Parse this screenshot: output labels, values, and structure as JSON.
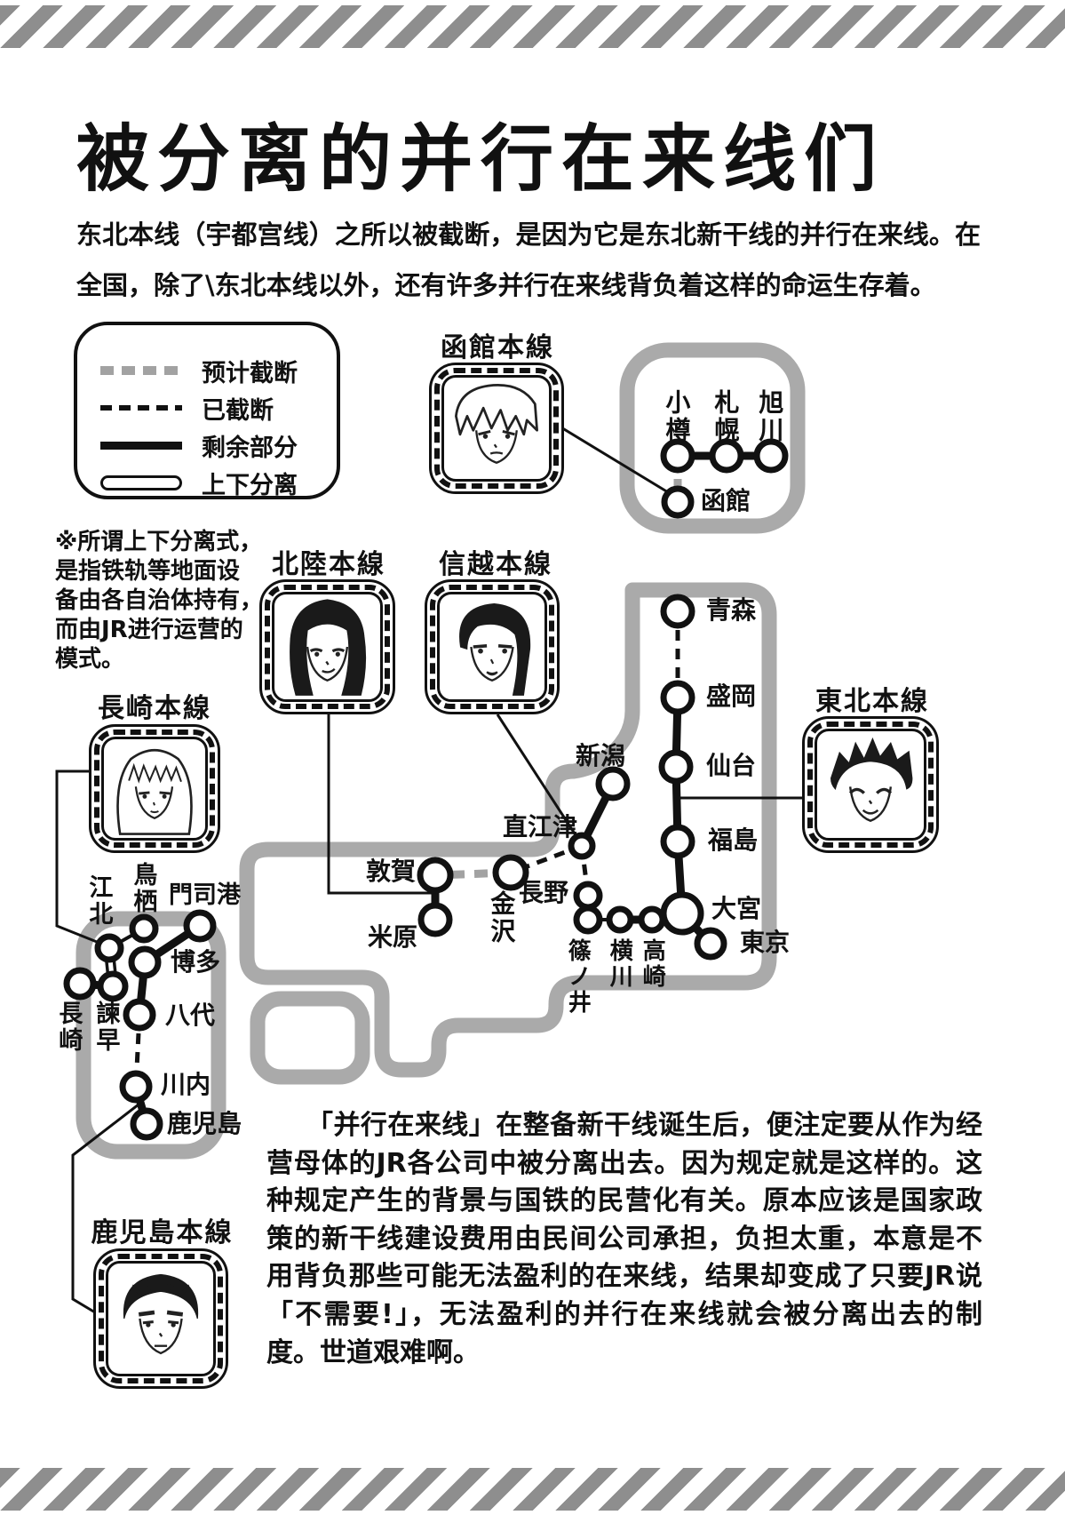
{
  "page": {
    "title": "被分离的并行在来线们",
    "intro": "东北本线（宇都宫线）之所以被截断，是因为它是东北新干线的并行在来线。在全国，除了\\东北本线以外，还有许多并行在来线背负着这样的命运生存着。",
    "note": "※所谓上下分离式，\n是指铁轨等地面设\n备由各自治体持有，\n而由JR进行运营的\n模式。",
    "outro": "「并行在来线」在整备新干线诞生后，便注定要从作为经营母体的JR各公司中被分离出去。因为规定就是这样的。这种规定产生的背景与国铁的民营化有关。原本应该是国家政策的新干线建设费用由民间公司承担，负担太重，本意是不用背负那些可能无法盈利的在来线，结果却变成了只要JR说「不需要!」，无法盈利的并行在来线就会被分离出去的制度。世道艰难啊。"
  },
  "legend": {
    "items": [
      {
        "label": "预计截断",
        "type": "planned"
      },
      {
        "label": "已截断",
        "type": "severed"
      },
      {
        "label": "剩余部分",
        "type": "remaining"
      },
      {
        "label": "上下分离",
        "type": "separated"
      }
    ]
  },
  "lines": {
    "hakodate": "函館本線",
    "hokuriku": "北陸本線",
    "shinetsu": "信越本線",
    "tohoku": "東北本線",
    "nagasaki": "長崎本線",
    "kagoshima": "鹿児島本線"
  },
  "stations": {
    "otaru": "小樽",
    "sapporo": "札幌",
    "asahikawa": "旭川",
    "hakodate": "函館",
    "aomori": "青森",
    "morioka": "盛岡",
    "sendai": "仙台",
    "fukushima": "福島",
    "omiya": "大宮",
    "tokyo": "東京",
    "niigata": "新潟",
    "naoetsu": "直江津",
    "kanazawa": "金沢",
    "tsuruga": "敦賀",
    "maibara": "米原",
    "nagano": "長野",
    "shinonoi": "篠ノ井",
    "yokokawa": "横川",
    "takasaki": "高崎",
    "mojiko": "門司港",
    "tosu": "鳥栖",
    "kohoku": "江北",
    "hakata": "博多",
    "isahaya": "諫早",
    "nagasaki_st": "長崎",
    "yatsushiro": "八代",
    "sendai_kagoshima": "川内",
    "kagoshima_st": "鹿児島"
  },
  "colors": {
    "ink": "#111111",
    "map_outline": "#aaaaaa",
    "planned_gray": "#a2a2a2",
    "stripe_gray": "#8e8e8e"
  }
}
